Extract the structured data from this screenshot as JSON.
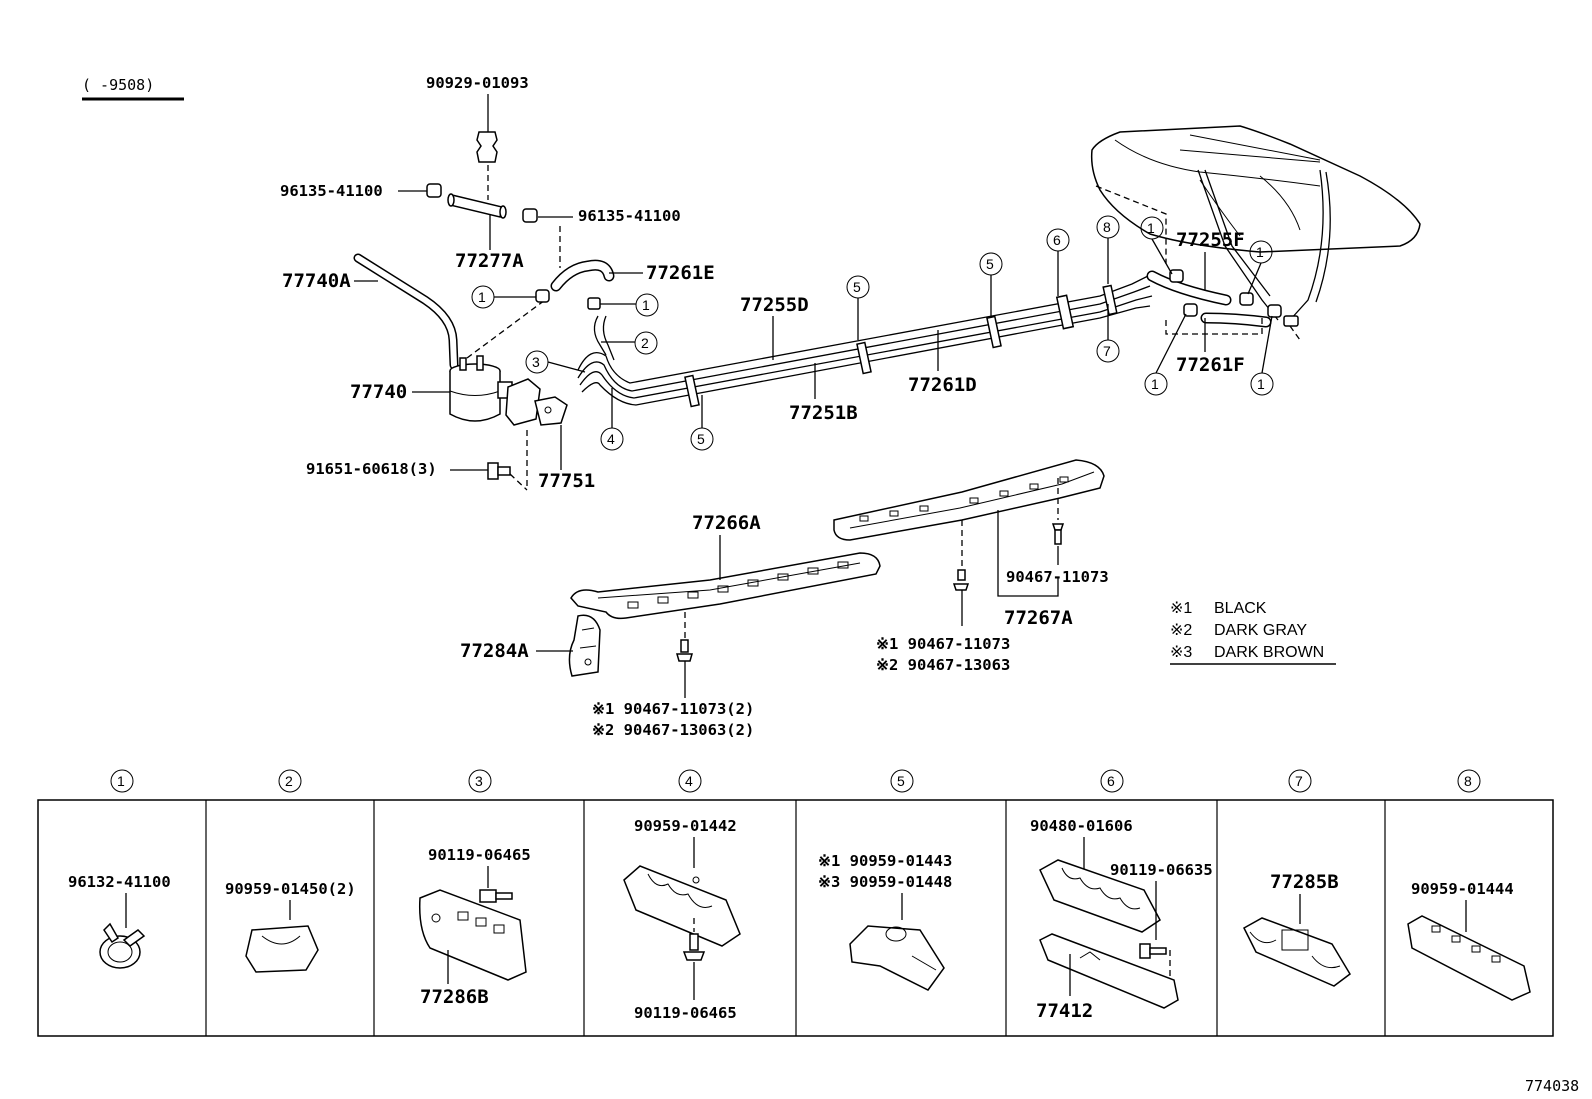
{
  "header": {
    "range_label": "(     -9508)"
  },
  "footer": {
    "figure_code": "774038"
  },
  "legend": {
    "items": [
      {
        "mark": "※1",
        "text": "BLACK"
      },
      {
        "mark": "※2",
        "text": "DARK GRAY"
      },
      {
        "mark": "※3",
        "text": "DARK BROWN"
      }
    ]
  },
  "parts": {
    "p90929_01093": "90929-01093",
    "p96135_41100_a": "96135-41100",
    "p96135_41100_b": "96135-41100",
    "p77277A": "77277A",
    "p77740A": "77740A",
    "p77261E": "77261E",
    "p77740": "77740",
    "p91651": "91651-60618(3)",
    "p77751": "77751",
    "p77255D": "77255D",
    "p77251B": "77251B",
    "p77261D": "77261D",
    "p77255F": "77255F",
    "p77261F": "77261F",
    "p77266A": "77266A",
    "p77284A": "77284A",
    "p_bolt_left_1": "※1 90467-11073(2)",
    "p_bolt_left_2": "※2 90467-13063(2)",
    "p77267A": "77267A",
    "p90467_11073": "90467-11073",
    "p_bolt_mid_1": "※1 90467-11073",
    "p_bolt_mid_2": "※2 90467-13063"
  },
  "callouts": {
    "c1": "1",
    "c2": "2",
    "c3": "3",
    "c4": "4",
    "c5": "5",
    "c6": "6",
    "c7": "7",
    "c8": "8"
  },
  "detail_boxes": [
    {
      "num": "1",
      "labels": [
        "96132-41100"
      ]
    },
    {
      "num": "2",
      "labels": [
        "90959-01450(2)"
      ]
    },
    {
      "num": "3",
      "labels": [
        "90119-06465",
        "77286B"
      ]
    },
    {
      "num": "4",
      "labels": [
        "90959-01442",
        "90119-06465"
      ]
    },
    {
      "num": "5",
      "labels": [
        "※1 90959-01443",
        "※3 90959-01448"
      ]
    },
    {
      "num": "6",
      "labels": [
        "90480-01606",
        "90119-06635",
        "77412"
      ]
    },
    {
      "num": "7",
      "labels": [
        "77285B"
      ]
    },
    {
      "num": "8",
      "labels": [
        "90959-01444"
      ]
    }
  ]
}
